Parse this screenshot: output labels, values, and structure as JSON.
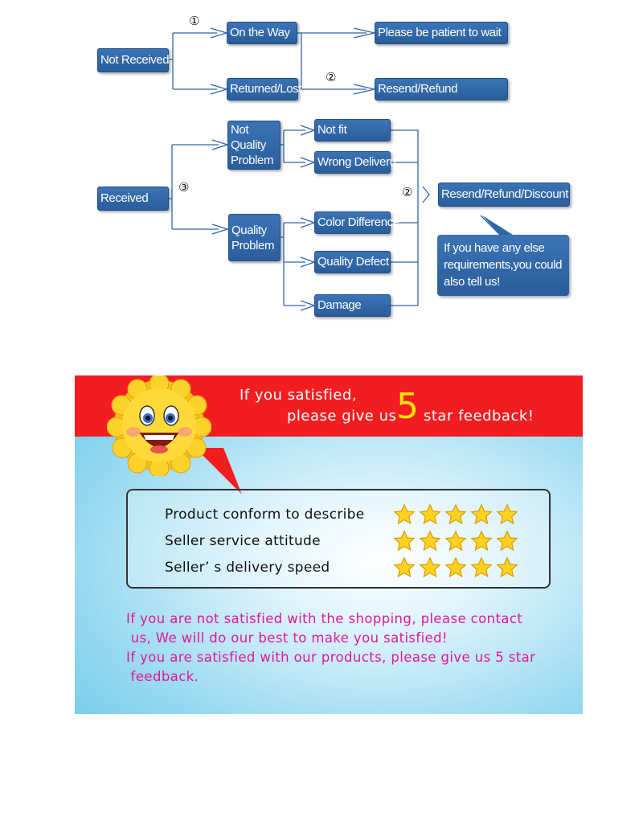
{
  "flow": {
    "not_received": "Not Received",
    "on_the_way": "On the Way",
    "returned_lost": "Returned/Lost",
    "patient": "Please be patient to wait",
    "resend_refund": "Resend/Refund",
    "received": "Received",
    "not_quality_problem": "Not Quality Problem",
    "quality_problem": "Quality Problem",
    "not_fit": "Not fit",
    "wrong_delivery": "Wrong Deliveru",
    "color_difference": "Color Difference",
    "quality_defect": "Quality Defect",
    "damage": "Damage",
    "resend_refund_discount": "Resend/Refund/Discount",
    "note": "If you have any else requirements,you could also tell us!",
    "step1": "①",
    "step2a": "②",
    "step3": "③",
    "step2b": "②"
  },
  "banner": {
    "line1": "If you satisfied,",
    "line2": "please give us",
    "five": "5",
    "line3": "star feedback!",
    "ratings": [
      {
        "label": "Product conform to describe",
        "stars": 5
      },
      {
        "label": "Seller service attitude",
        "stars": 5
      },
      {
        "label": "Seller’ s delivery speed",
        "stars": 5
      }
    ],
    "msg1": "If you are not satisfied with the shopping, please contact",
    "msg2": " us, We will do our best to make you satisfied!",
    "msg3": "If you are satisfied with our products, please give us 5 star",
    "msg4": " feedback."
  },
  "colors": {
    "box_blue": "#2f66a8",
    "banner_red": "#f21d21",
    "five_yellow": "#ffe600",
    "message_magenta": "#e0189b"
  }
}
